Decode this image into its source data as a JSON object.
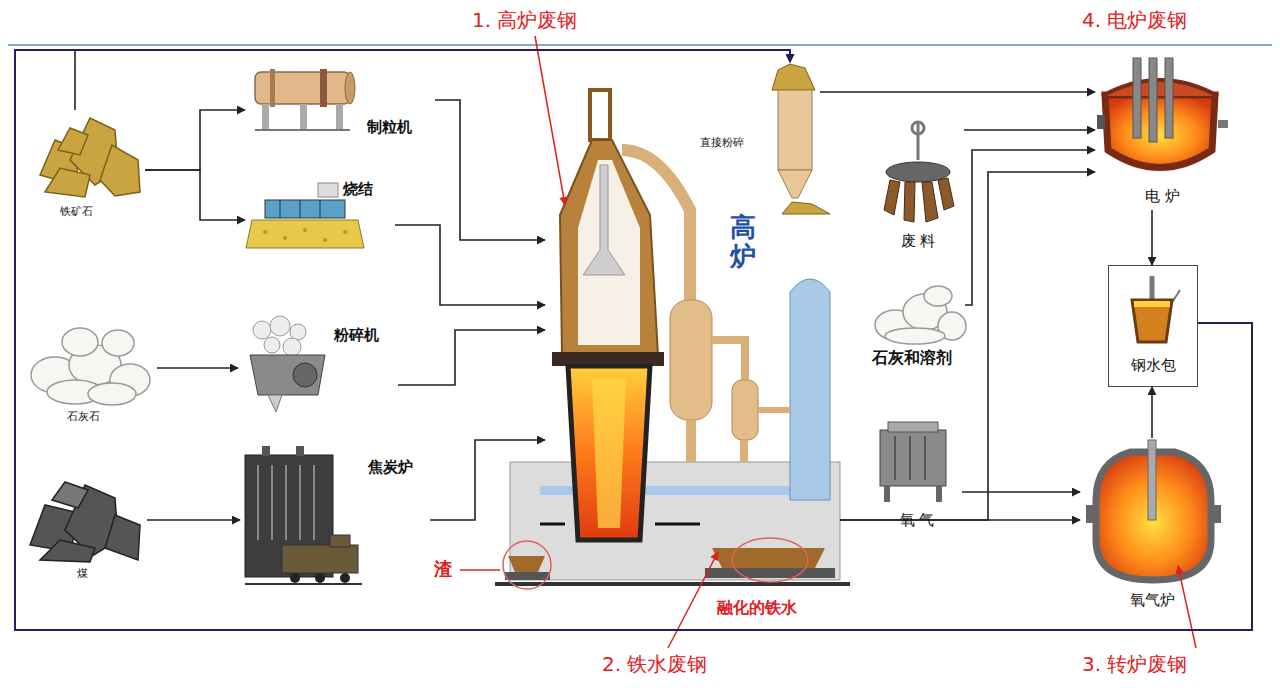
{
  "diagram": {
    "nodes": [
      {
        "text": [
          "铁矿石"
        ]
      },
      {
        "text": [
          "制粒机"
        ]
      },
      {
        "text": [
          "烧结"
        ]
      },
      {
        "text": [
          "石灰石"
        ]
      },
      {
        "text": [
          "粉碎机"
        ]
      },
      {
        "text": [
          "煤"
        ]
      },
      {
        "text": [
          "焦炭炉"
        ]
      },
      {
        "text": [
          "高炉"
        ]
      },
      {
        "text": [
          "直接粉碎"
        ]
      },
      {
        "text": [
          "废 料"
        ]
      },
      {
        "text": [
          "石灰和溶剂"
        ]
      },
      {
        "text": [
          "氧 气"
        ]
      },
      {
        "text": [
          "电 炉"
        ]
      },
      {
        "text": [
          "钢水包"
        ]
      },
      {
        "text": [
          "氧气炉"
        ]
      }
    ],
    "edges": [
      {
        "from": 0,
        "to": 1,
        "arrow": "to"
      },
      {
        "from": 0,
        "to": 2,
        "arrow": "to"
      },
      {
        "from": 0,
        "to": 8,
        "arrow": "to"
      },
      {
        "from": 1,
        "to": 7,
        "arrow": "to"
      },
      {
        "from": 2,
        "to": 7,
        "arrow": "to"
      },
      {
        "from": 3,
        "to": 4,
        "arrow": "to"
      },
      {
        "from": 4,
        "to": 7,
        "arrow": "to"
      },
      {
        "from": 5,
        "to": 6,
        "arrow": "to"
      },
      {
        "from": 6,
        "to": 7,
        "arrow": "to"
      },
      {
        "from": 8,
        "to": 12,
        "arrow": "to"
      },
      {
        "from": 9,
        "to": 12,
        "arrow": "to"
      },
      {
        "from": 10,
        "to": 12,
        "arrow": "to"
      },
      {
        "from": 7,
        "to": 14,
        "arrow": "to"
      },
      {
        "from": 7,
        "to": 12,
        "arrow": "to"
      },
      {
        "from": 11,
        "to": 14,
        "arrow": "to"
      },
      {
        "from": 12,
        "to": 13,
        "arrow": "to"
      },
      {
        "from": 14,
        "to": 13,
        "arrow": "to"
      },
      {
        "from": 13,
        "to": 8,
        "arrow": "to"
      }
    ],
    "labels": [
      "1. 高炉废钢",
      "4. 电炉废钢",
      "渣",
      "融化的铁水",
      "2. 铁水废钢",
      "3. 转炉废钢"
    ]
  }
}
